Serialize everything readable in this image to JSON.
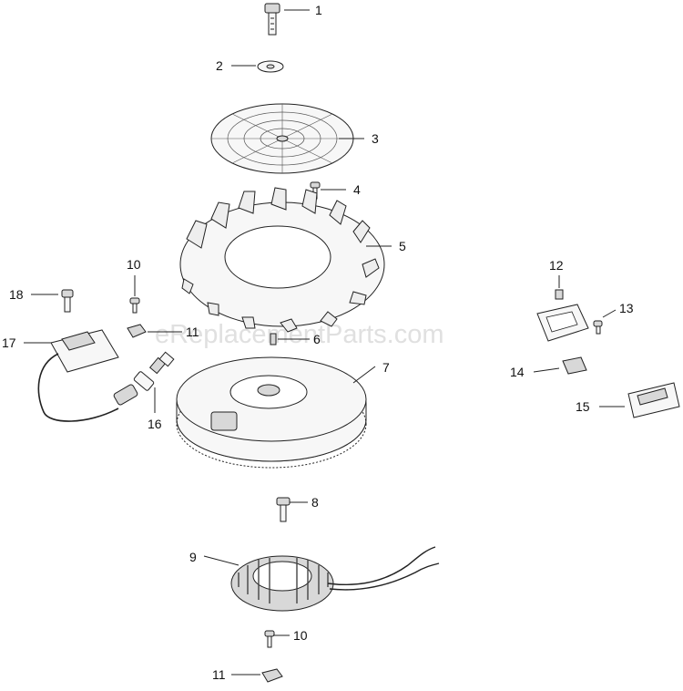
{
  "watermark": "eReplacementParts.com",
  "callouts": {
    "c1": "1",
    "c2": "2",
    "c3": "3",
    "c4": "4",
    "c5": "5",
    "c6": "6",
    "c7": "7",
    "c8": "8",
    "c9": "9",
    "c10a": "10",
    "c10b": "10",
    "c11a": "11",
    "c11b": "11",
    "c12": "12",
    "c13": "13",
    "c14": "14",
    "c15": "15",
    "c16": "16",
    "c17": "17",
    "c18": "18"
  }
}
